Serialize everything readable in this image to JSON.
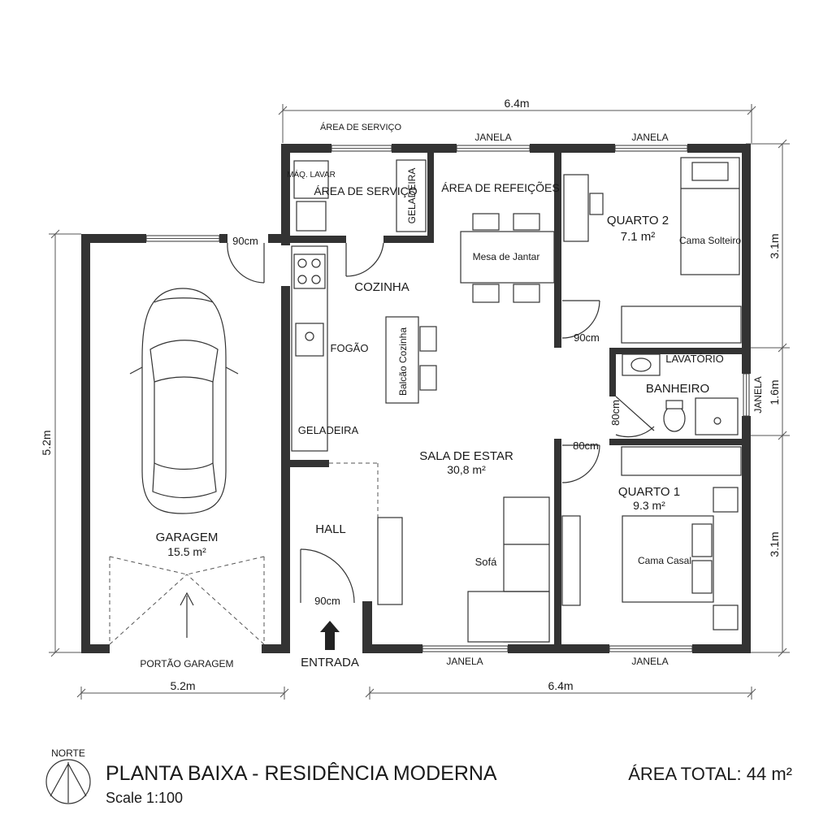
{
  "dimensions": {
    "top_width": "6.4m",
    "bottom_garage_width": "5.2m",
    "bottom_house_width": "6.4m",
    "left_height": "5.2m",
    "right_top": "3.1m",
    "right_mid": "1.6m",
    "right_bottom": "3.1m"
  },
  "rooms": {
    "area_servico_top": "ÁREA DE SERVIÇO",
    "area_servico_label": "ÁREA DE SERVIÇO",
    "maq_lavar": "MÁQ. LAVAR",
    "geladeira_vertical": "GELADEIRA",
    "area_refeicoes": "ÁREA DE REFEIÇÕES",
    "mesa_jantar": "Mesa de Jantar",
    "quarto2_name": "QUARTO 2",
    "quarto2_area": "7.1 m²",
    "cama_solteiro": "Cama Solteiro",
    "cozinha": "COZINHA",
    "fogao": "FOGÃO",
    "balcao": "Balcão Cozinha",
    "geladeira": "GELADEIRA",
    "sala_name": "SALA DE ESTAR",
    "sala_area": "30,8 m²",
    "lavatorio": "LAVATÓRIO",
    "banheiro": "BANHEIRO",
    "quarto1_name": "QUARTO 1",
    "quarto1_area": "9.3 m²",
    "cama_casal": "Cama Casal",
    "garagem_name": "GARAGEM",
    "garagem_area": "15.5 m²",
    "hall": "HALL",
    "sofa": "Sofá",
    "entrada": "ENTRADA",
    "portao_garagem": "PORTÃO GARAGEM"
  },
  "windows": {
    "janela_top_1": "JANELA",
    "janela_top_2": "JANELA",
    "janela_right": "JANELA",
    "janela_bottom_1": "JANELA",
    "janela_bottom_2": "JANELA"
  },
  "doors": {
    "garage_door": "90cm",
    "quarto2_door": "90cm",
    "bath_door": "80cm",
    "quarto1_door": "80cm",
    "hall_door": "90cm"
  },
  "footer": {
    "north": "NORTE",
    "title": "PLANTA BAIXA - RESIDÊNCIA MODERNA",
    "scale": "Scale 1:100",
    "total_area": "ÁREA TOTAL: 44 m²"
  },
  "colors": {
    "wall": "#333333",
    "line": "#555555",
    "background": "#ffffff"
  }
}
